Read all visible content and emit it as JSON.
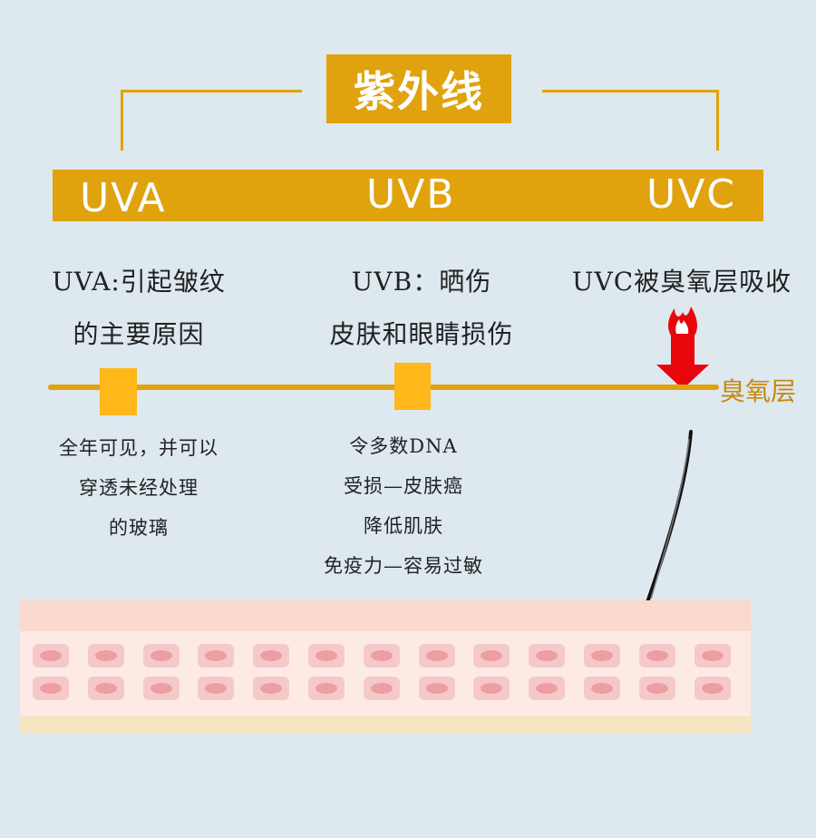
{
  "header": {
    "title": "紫外线"
  },
  "bands": [
    {
      "name": "UVA",
      "desc_lines": [
        "UVA:引起皱纹",
        "的主要原因"
      ],
      "note_lines": [
        "全年可见，并可以",
        "穿透未经处理",
        "的玻璃"
      ]
    },
    {
      "name": "UVB",
      "desc_lines": [
        "UVB：晒伤",
        "皮肤和眼睛损伤"
      ],
      "note_lines": [
        "令多数DNA",
        "受损—皮肤癌",
        "降低肌肤",
        "免疫力—容易过敏"
      ]
    },
    {
      "name": "UVC",
      "desc_lines": [
        "UVC被臭氧层吸收"
      ]
    }
  ],
  "ozone_label": "臭氧层",
  "colors": {
    "accent": "#e0a30d",
    "marker": "#ffb719",
    "arrow": "#e8060c",
    "background": "#dde8ef"
  },
  "icons": [
    "fire-arrow-icon",
    "hair-icon"
  ]
}
